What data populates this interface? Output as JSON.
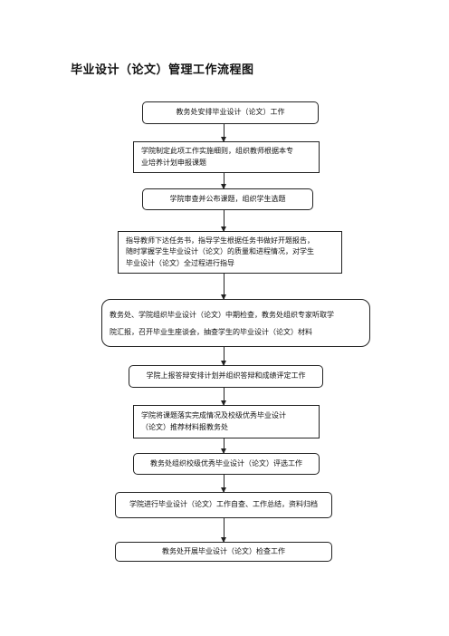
{
  "title": "毕业设计（论文）管理工作流程图",
  "steps": [
    "教务处安排毕业设计（论文）工作",
    "学院制定此项工作实施细则，组织教师根据本专\n业培养计划申报课题",
    "学院审查并公布课题，组织学生选题",
    "指导教师下达任务书，指导学生根据任务书做好开题报告，\n随时掌握学生毕业设计（论文）的质量和进程情况，对学生\n毕业设计（论文）全过程进行指导",
    "教务处、学院组织毕业设计（论文）中期检查，教务处组织专家听取学\n院汇报，召开毕业生座谈会，抽查学生的毕业设计（论文）材料",
    "学院上报答辩安排计划并组织答辩和成绩评定工作",
    "学院将课题落实完成情况及校级优秀毕业设计\n（论文）推荐材料报教务处",
    "教务处组织校级优秀毕业设计（论文）评选工作",
    "学院进行毕业设计（论文）工作自查、工作总结，资料归档",
    "教务处开展毕业设计（论文）检查工作"
  ]
}
